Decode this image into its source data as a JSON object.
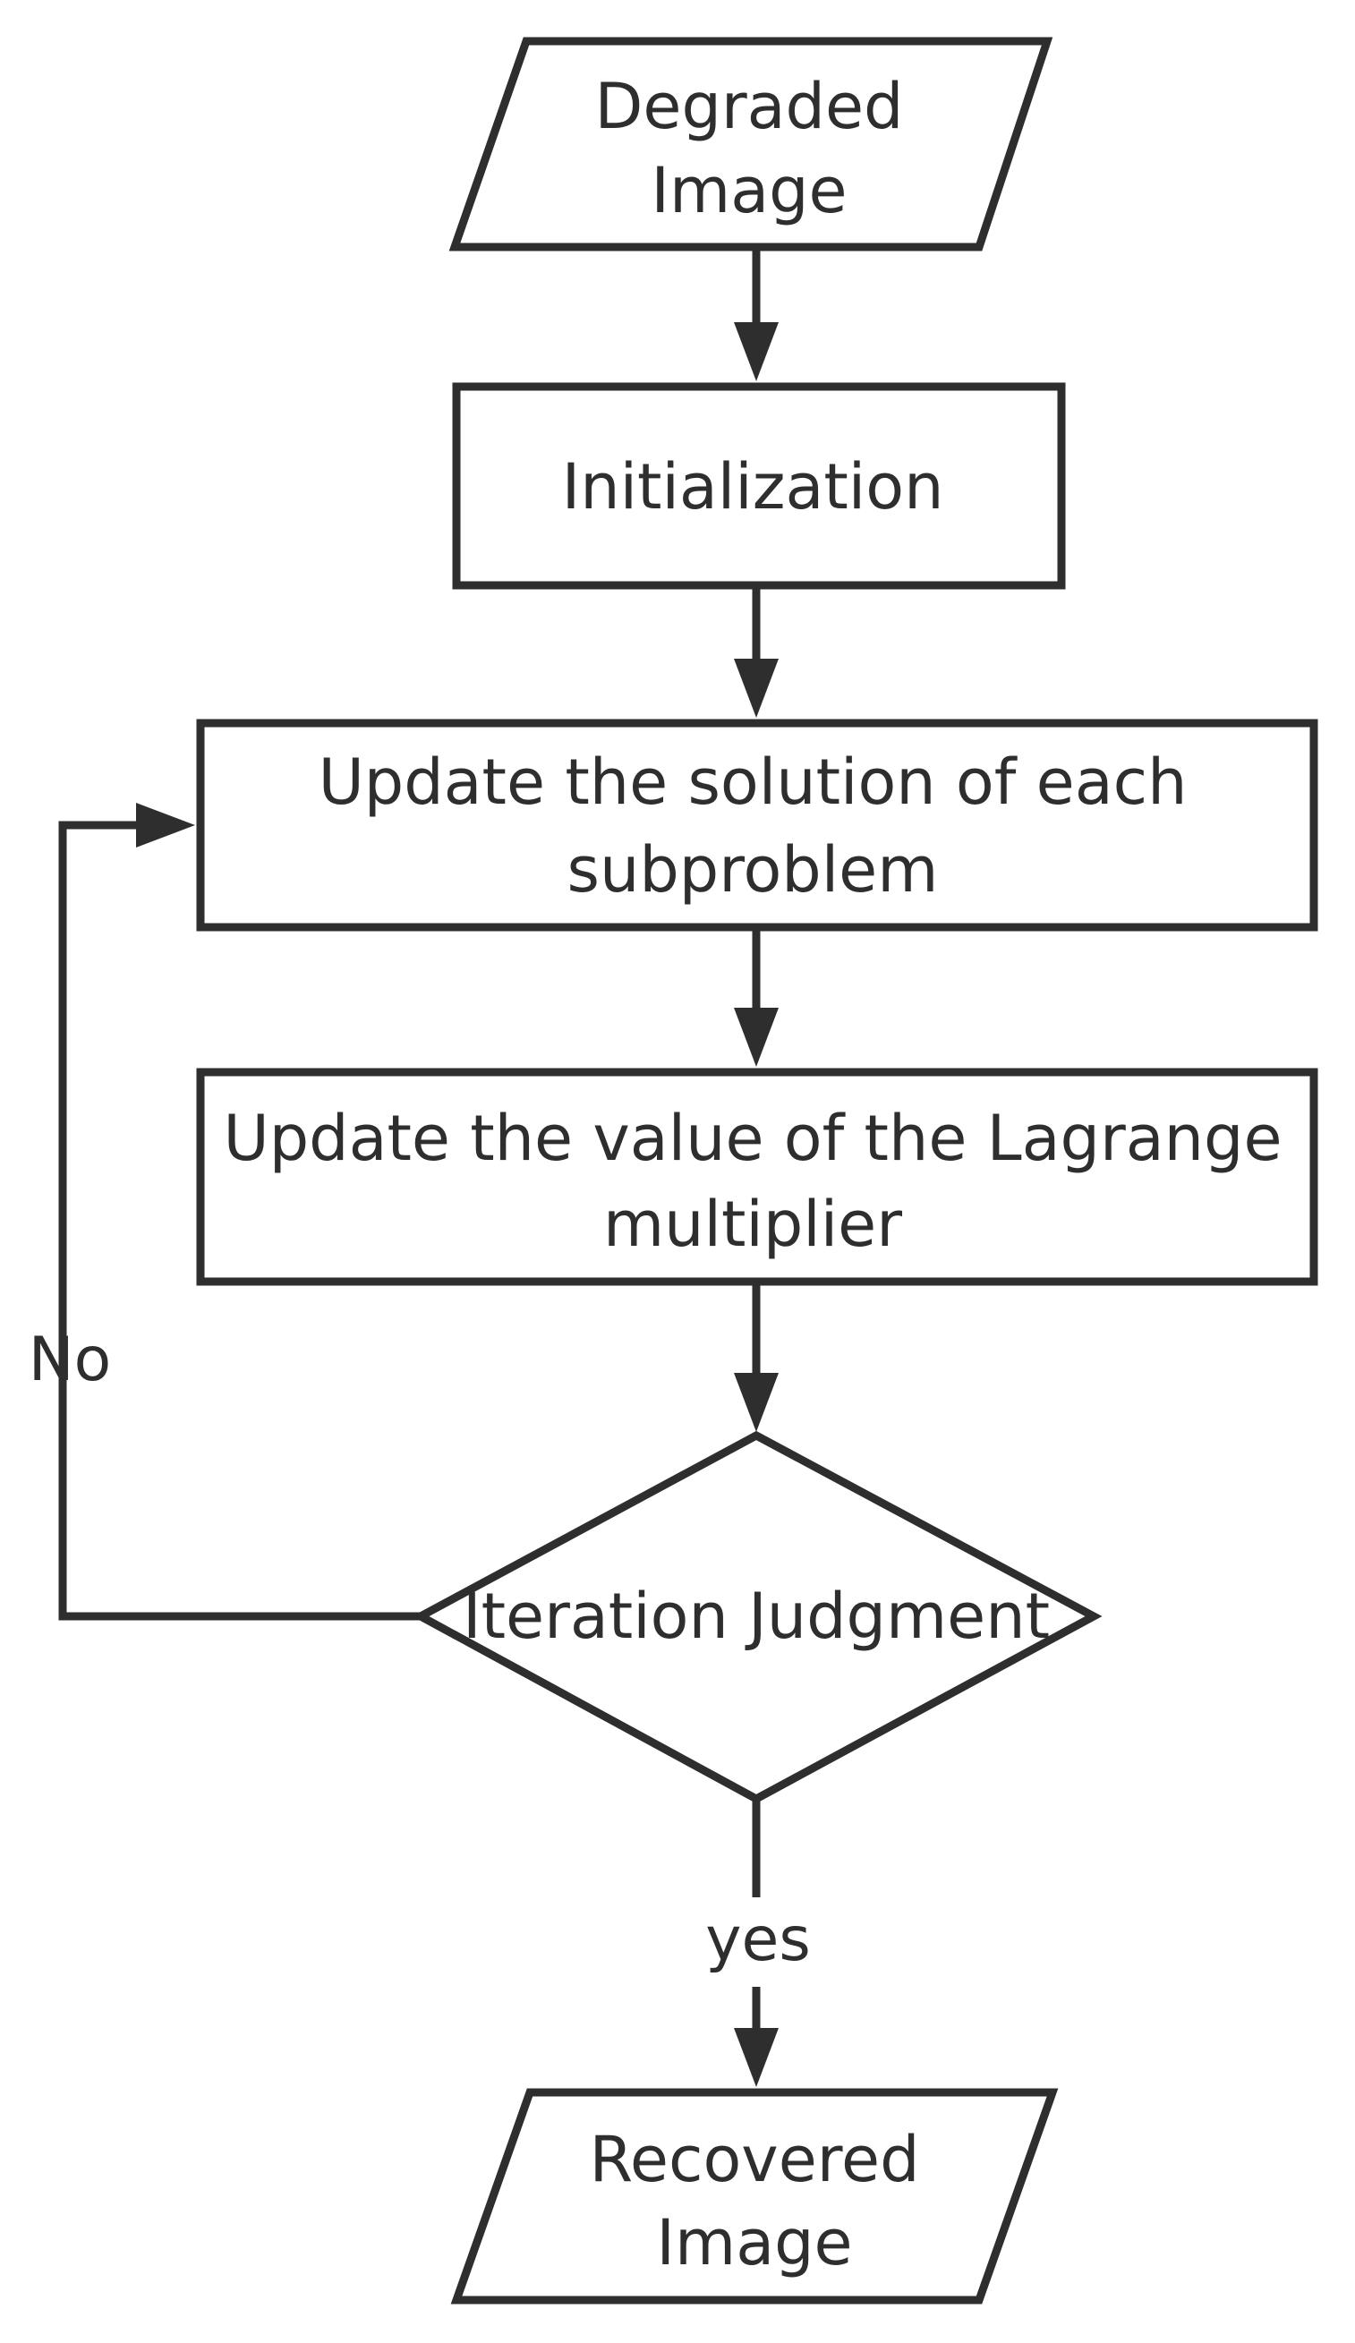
{
  "diagram": {
    "type": "flowchart",
    "nodes": [
      {
        "id": "degraded",
        "shape": "parallelogram",
        "lines": [
          "Degraded",
          "Image"
        ]
      },
      {
        "id": "init",
        "shape": "rectangle",
        "lines": [
          "Initialization"
        ]
      },
      {
        "id": "update-sub",
        "shape": "rectangle",
        "lines": [
          "Update the solution of each",
          "subproblem"
        ]
      },
      {
        "id": "update-lagrange",
        "shape": "rectangle",
        "lines": [
          "Update the value of the Lagrange",
          "multiplier"
        ]
      },
      {
        "id": "iteration",
        "shape": "diamond",
        "lines": [
          "Iteration Judgment"
        ]
      },
      {
        "id": "recovered",
        "shape": "parallelogram",
        "lines": [
          "Recovered",
          "Image"
        ]
      }
    ],
    "edges": [
      {
        "from": "degraded",
        "to": "init",
        "label": ""
      },
      {
        "from": "init",
        "to": "update-sub",
        "label": ""
      },
      {
        "from": "update-sub",
        "to": "update-lagrange",
        "label": ""
      },
      {
        "from": "update-lagrange",
        "to": "iteration",
        "label": ""
      },
      {
        "from": "iteration",
        "to": "update-sub",
        "label": "No"
      },
      {
        "from": "iteration",
        "to": "recovered",
        "label": "yes"
      }
    ],
    "colors": {
      "stroke": "#2e2e2e",
      "fill": "#ffffff",
      "text": "#2e2e2e"
    }
  }
}
